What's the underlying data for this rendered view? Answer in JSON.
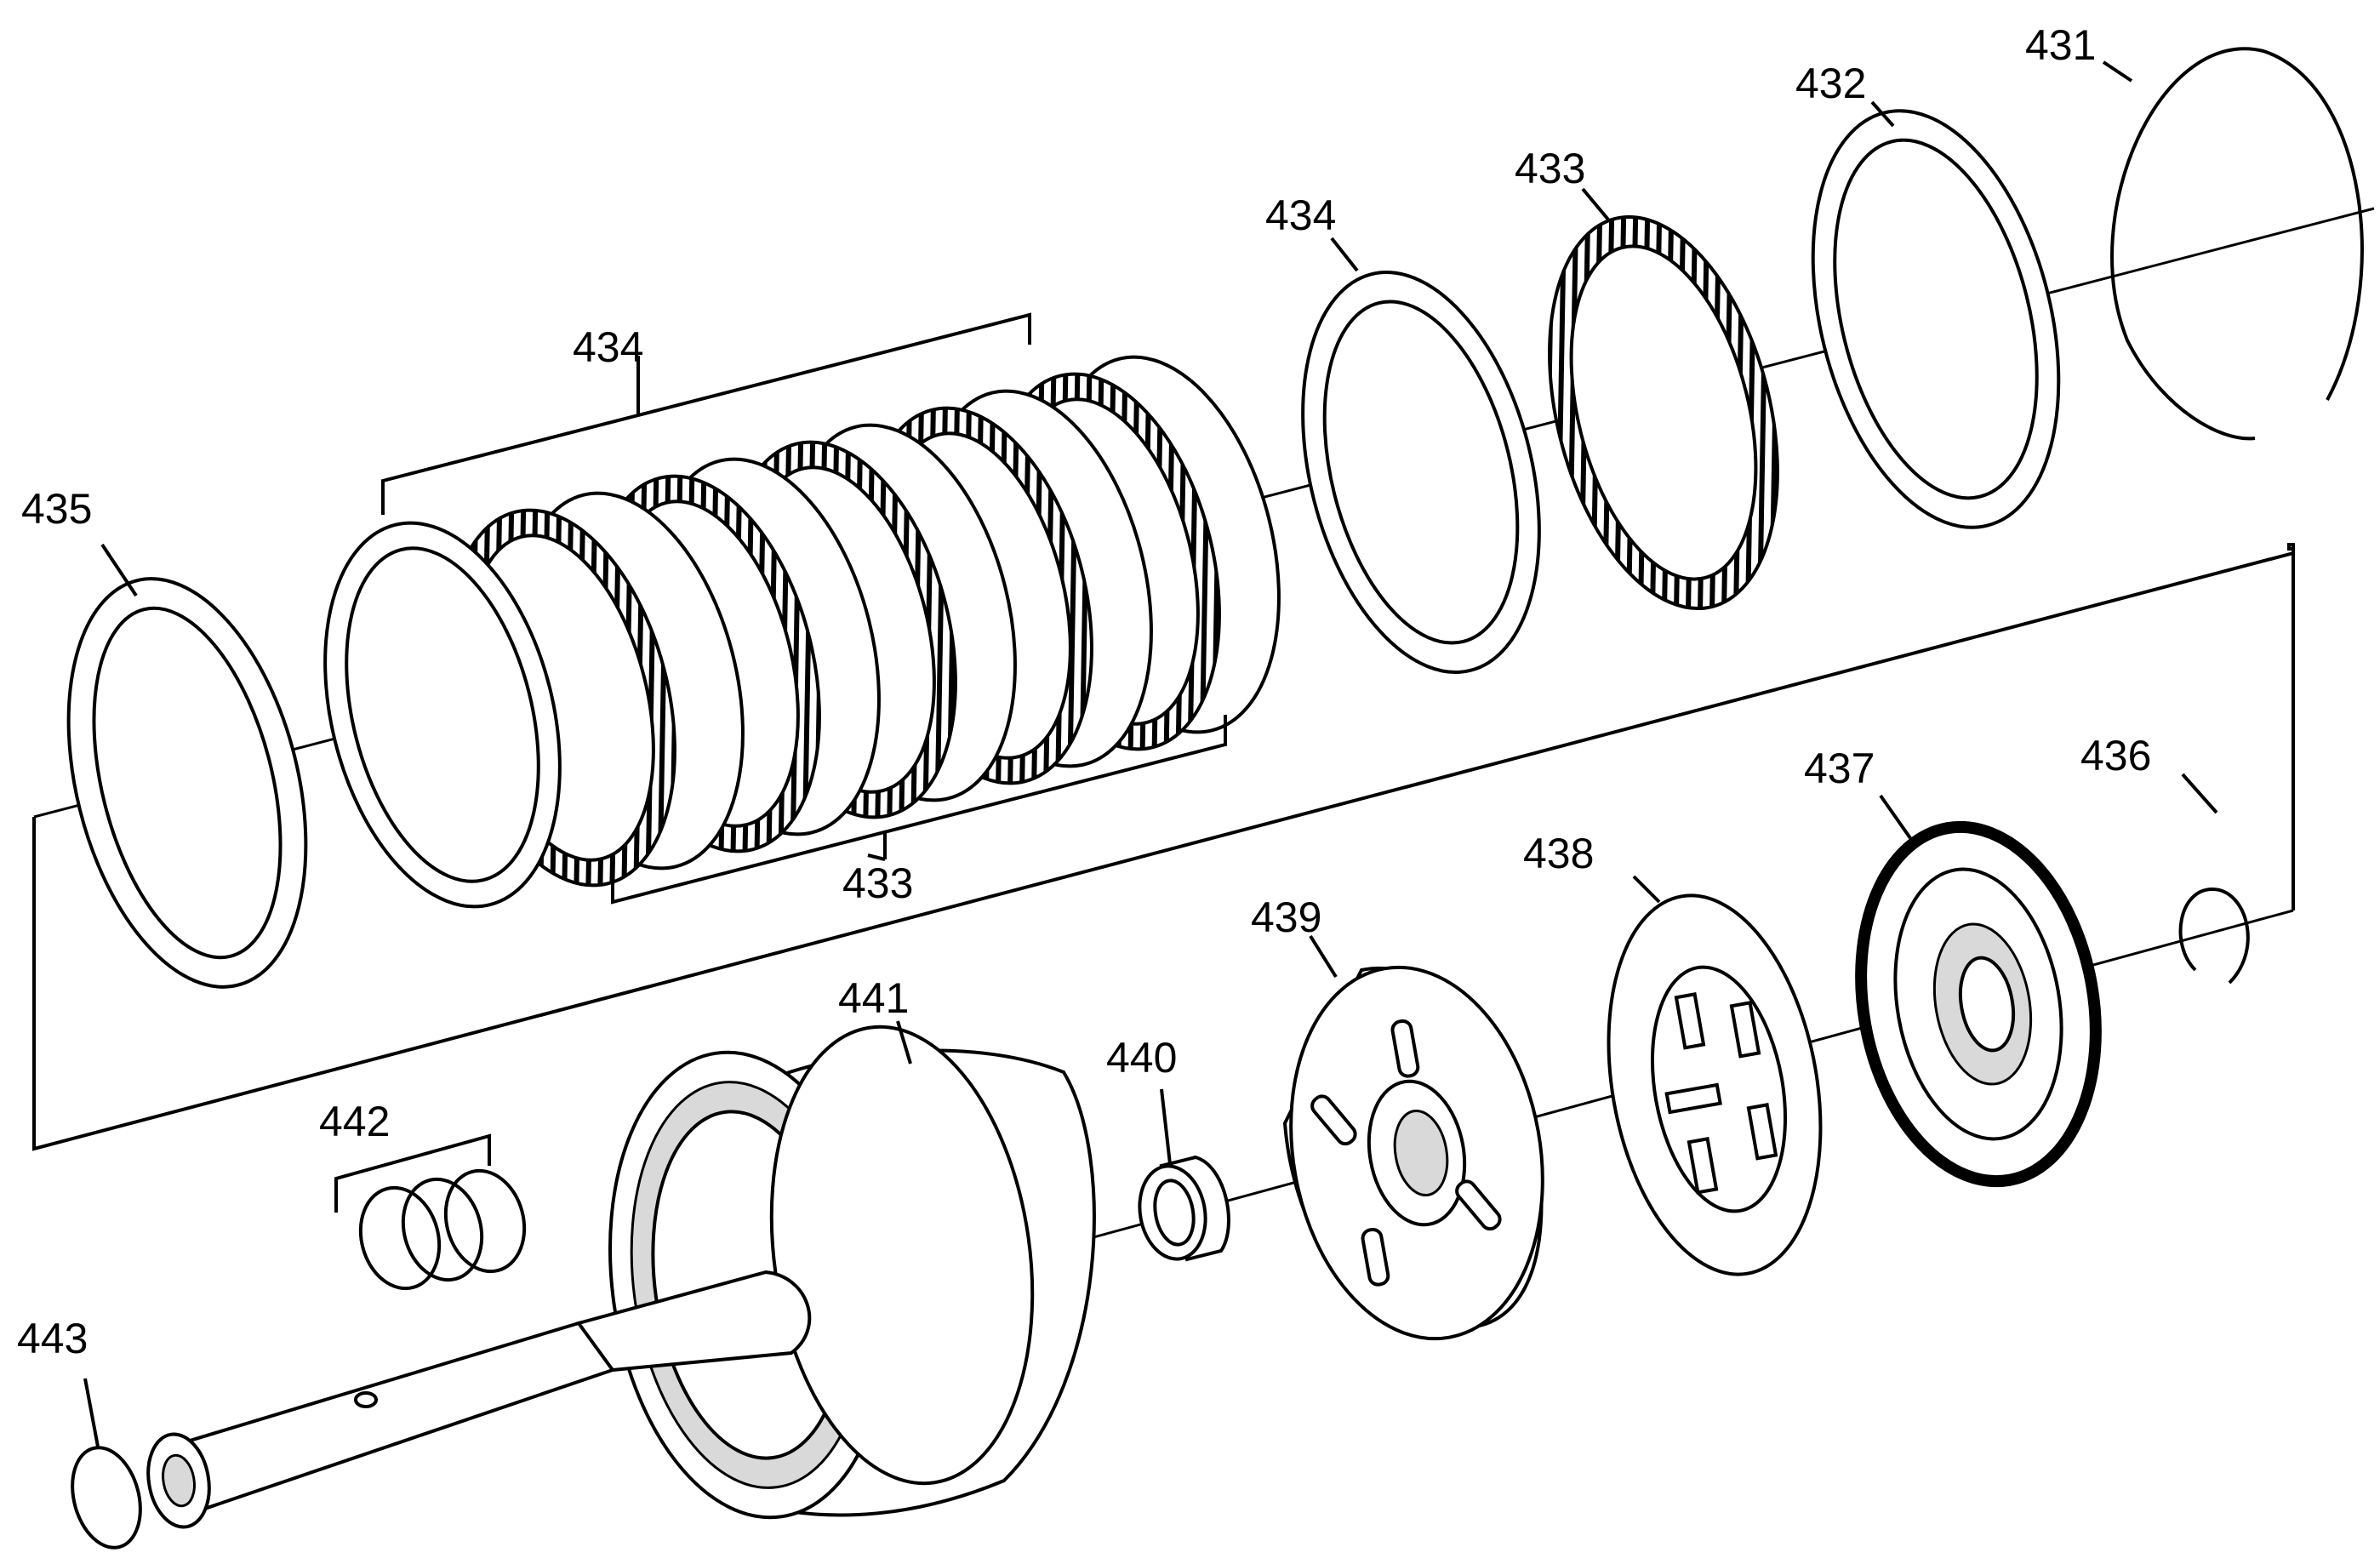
{
  "callouts": {
    "p431": "431",
    "p432": "432",
    "p433_top": "433",
    "p434_single": "434",
    "p434_group": "434",
    "p435": "435",
    "p433_group": "433",
    "p436": "436",
    "p437": "437",
    "p438": "438",
    "p439": "439",
    "p440": "440",
    "p441": "441",
    "p442": "442",
    "p443": "443"
  }
}
